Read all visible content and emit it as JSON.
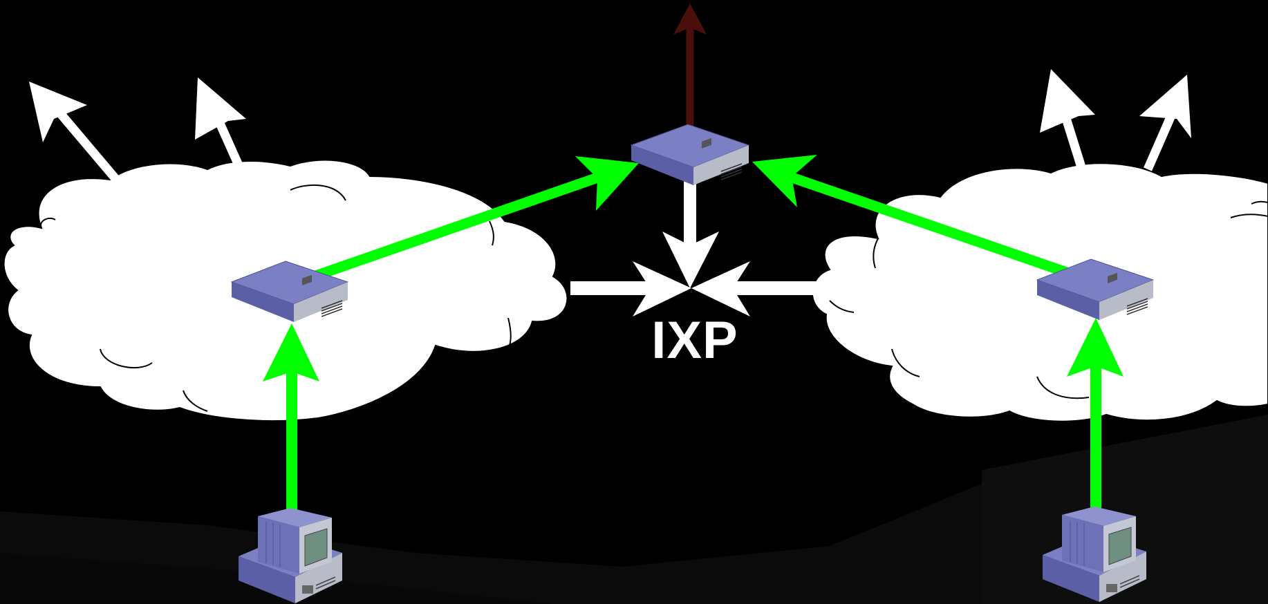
{
  "diagram": {
    "ixp_label": "IXP",
    "nodes": [
      {
        "id": "network-cloud-left",
        "kind": "cloud"
      },
      {
        "id": "network-cloud-right",
        "kind": "cloud"
      },
      {
        "id": "router-left",
        "kind": "router"
      },
      {
        "id": "router-right",
        "kind": "router"
      },
      {
        "id": "router-top-center",
        "kind": "router"
      },
      {
        "id": "computer-left",
        "kind": "computer"
      },
      {
        "id": "computer-right",
        "kind": "computer"
      }
    ],
    "colors": {
      "background": "#000000",
      "traffic_path": "#00ff00",
      "peering_link": "#ffffff",
      "upstream_link": "#4a0f0a",
      "router_fill": "#6d74b8",
      "cloud_fill": "#ffffff"
    }
  }
}
